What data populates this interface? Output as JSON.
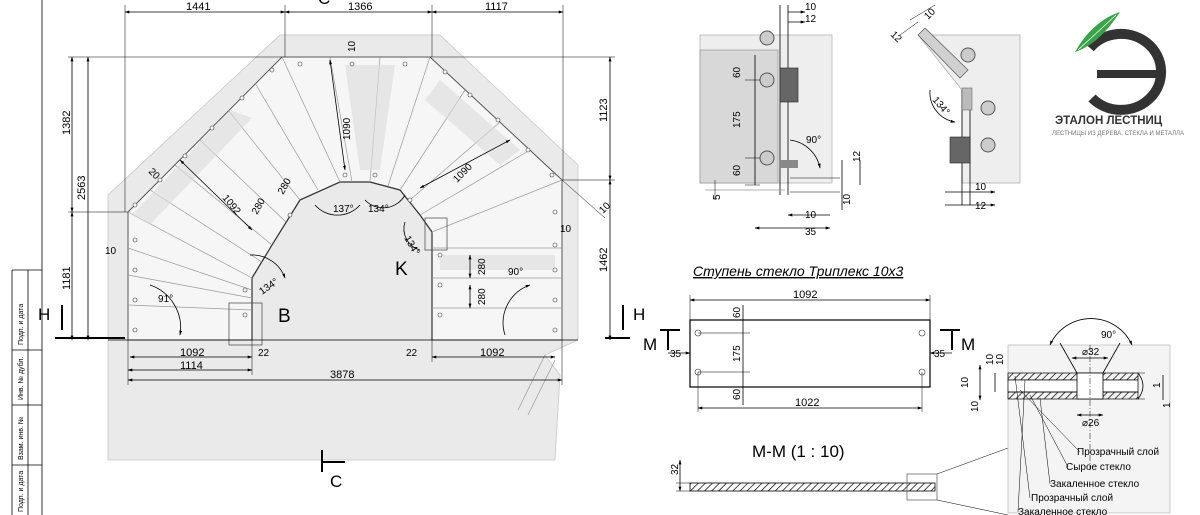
{
  "plan": {
    "top_dims": [
      "1441",
      "1366",
      "1117"
    ],
    "left_dims": [
      "1382",
      "2563",
      "1181"
    ],
    "right_dims": [
      "1123",
      "1462"
    ],
    "inner_dims": [
      "10",
      "20",
      "1092",
      "280",
      "280",
      "1090",
      "1090",
      "10",
      "10",
      "280",
      "280",
      "10"
    ],
    "angles": [
      "137°",
      "134°",
      "134°",
      "134°",
      "91°",
      "90°"
    ],
    "bottom_dims": [
      "1092",
      "22",
      "22",
      "1092",
      "1114",
      "3878"
    ],
    "labels": {
      "b": "B",
      "k": "K",
      "h_left": "H",
      "h_right": "H",
      "c": "C",
      "c_top": "C"
    }
  },
  "detail_b": {
    "dims": [
      "10",
      "12",
      "60",
      "175",
      "60",
      "5",
      "90°",
      "12",
      "10",
      "10",
      "35"
    ]
  },
  "detail_k": {
    "dims": [
      "10",
      "12",
      "134°",
      "10",
      "12"
    ]
  },
  "step": {
    "title": "Ступень стекло Триплекс 10х3",
    "dims": [
      "1092",
      "60",
      "175",
      "60",
      "35",
      "35",
      "1022"
    ],
    "m_left": "M",
    "m_right": "M"
  },
  "section": {
    "title": "M-M (1 : 10)",
    "dim": "32",
    "dims": [
      "90°",
      "⌀32",
      "⌀26",
      "10",
      "10",
      "10",
      "10",
      "1",
      "1"
    ],
    "layers": [
      "Прозрачный слой",
      "Сырое стекло",
      "Закаленное стекло",
      "Прозрачный слой",
      "Закаленное стекло"
    ]
  },
  "logo": {
    "name": "ЭТАЛОН ЛЕСТНИЦ",
    "tagline": "ЛЕСТНИЦЫ ИЗ ДЕРЕВА, СТЕКЛА И МЕТАЛЛА",
    "brand_color": "#3aa34a"
  },
  "frame": {
    "cells": [
      "Подп. и дата",
      "Инв. № дубл.",
      "Взам. инв. №",
      "Подп. и дата"
    ]
  }
}
